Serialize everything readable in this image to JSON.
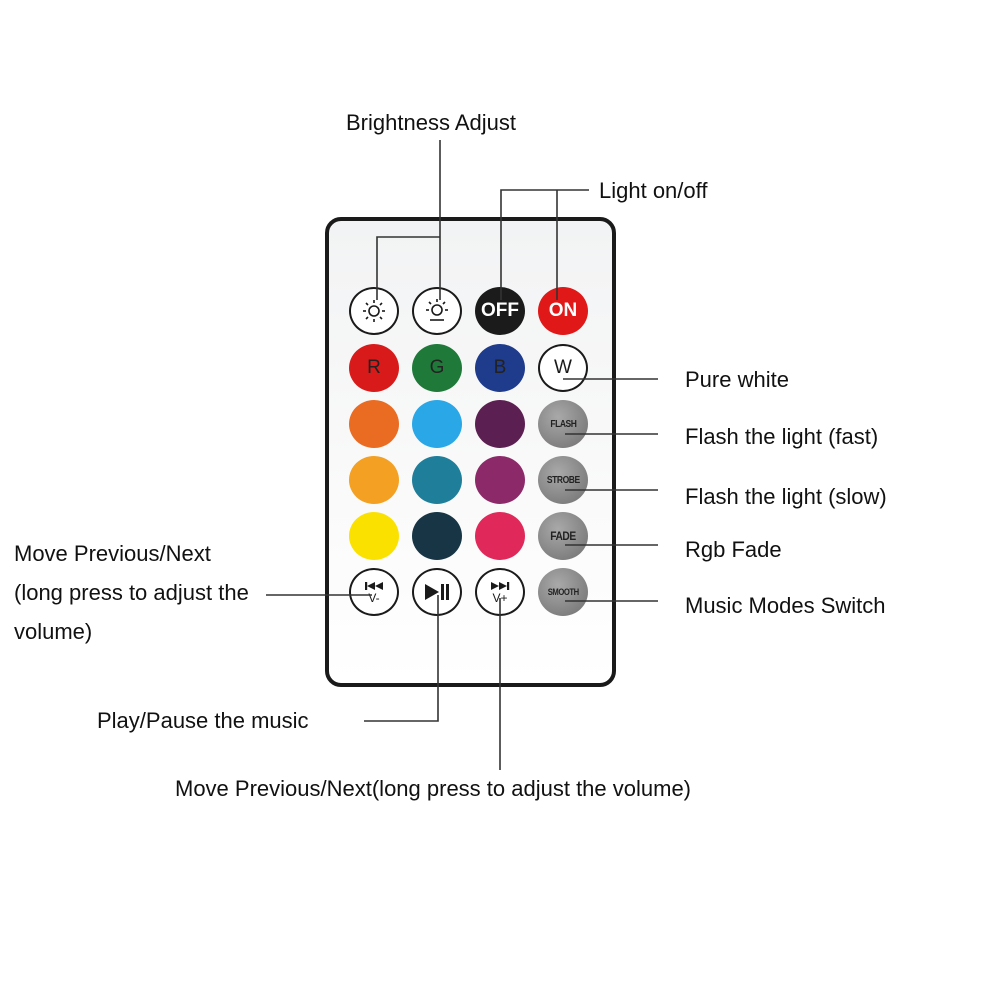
{
  "labels": {
    "brightness_adjust": "Brightness Adjust",
    "light_on_off": "Light on/off",
    "pure_white": "Pure white",
    "flash_fast": "Flash the light (fast)",
    "flash_slow": "Flash the light (slow)",
    "rgb_fade": "Rgb Fade",
    "music_modes_switch": "Music Modes Switch",
    "move_prev_next_left": "Move Previous/Next (long press to adjust the volume)",
    "play_pause": "Play/Pause the music",
    "move_prev_next_bottom": "Move Previous/Next(long press to adjust the volume)"
  },
  "buttons": {
    "off": "OFF",
    "on": "ON",
    "r": "R",
    "g": "G",
    "b": "B",
    "w": "W",
    "flash": "FLASH",
    "strobe": "STROBE",
    "fade": "FADE",
    "smooth": "SMOOTH",
    "prev_vol": "V-",
    "next_vol": "V+"
  },
  "colors": {
    "off": "#1b1b1b",
    "on": "#e01818",
    "r": "#d91a1a",
    "g": "#1f7a3a",
    "b": "#1e3b8c",
    "row3": [
      "#ea6b22",
      "#2aa7e6",
      "#5b1f52"
    ],
    "row4": [
      "#f4a023",
      "#1f7f9a",
      "#8c2a69"
    ],
    "row5": [
      "#fbe100",
      "#173544",
      "#e0295a"
    ]
  }
}
